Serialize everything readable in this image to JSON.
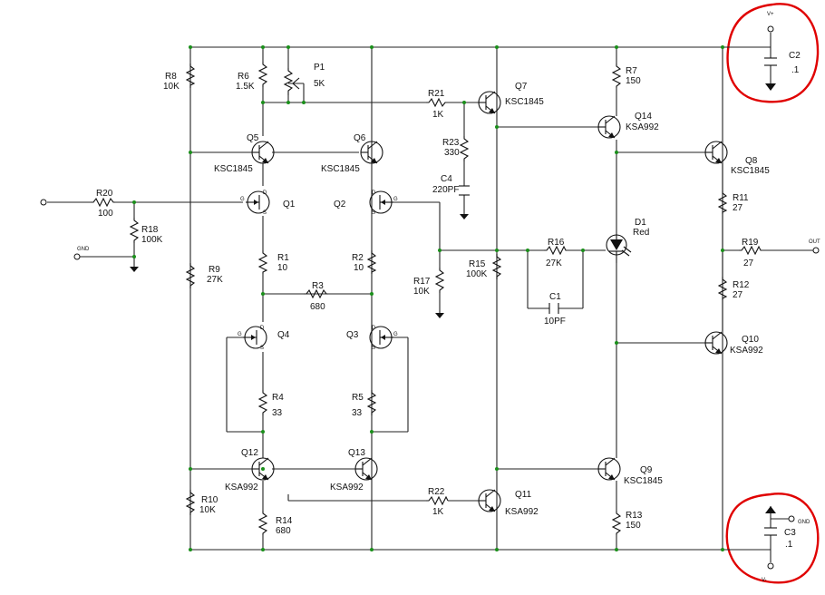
{
  "components": {
    "R1": [
      "R1",
      "10"
    ],
    "R2": [
      "R2",
      "10"
    ],
    "R3": [
      "R3",
      "680"
    ],
    "R4": [
      "R4",
      "33"
    ],
    "R5": [
      "R5",
      "33"
    ],
    "R6": [
      "R6",
      "1.5K"
    ],
    "R7": [
      "R7",
      "150"
    ],
    "R8": [
      "R8",
      "10K"
    ],
    "R9": [
      "R9",
      "27K"
    ],
    "R10": [
      "R10",
      "10K"
    ],
    "R11": [
      "R11",
      "27"
    ],
    "R12": [
      "R12",
      "27"
    ],
    "R13": [
      "R13",
      "150"
    ],
    "R14": [
      "R14",
      "680"
    ],
    "R15": [
      "R15",
      "100K"
    ],
    "R16": [
      "R16",
      "27K"
    ],
    "R17": [
      "R17",
      "10K"
    ],
    "R18": [
      "R18",
      "100K"
    ],
    "R19": [
      "R19",
      "27"
    ],
    "R20": [
      "R20",
      "100"
    ],
    "R21": [
      "R21",
      "1K"
    ],
    "R22": [
      "R22",
      "1K"
    ],
    "R23": [
      "R23",
      "330"
    ],
    "P1": [
      "P1",
      "5K"
    ],
    "C1": [
      "C1",
      "10PF"
    ],
    "C2": [
      "C2",
      ".1"
    ],
    "C3": [
      "C3",
      ".1"
    ],
    "C4": [
      "C4",
      "220PF"
    ],
    "D1": [
      "D1",
      "Red"
    ],
    "Q1": [
      "Q1",
      ""
    ],
    "Q2": [
      "Q2",
      ""
    ],
    "Q3": [
      "Q3",
      ""
    ],
    "Q4": [
      "Q4",
      ""
    ],
    "Q5": [
      "Q5",
      "KSC1845"
    ],
    "Q6": [
      "Q6",
      "KSC1845"
    ],
    "Q7": [
      "Q7",
      "KSC1845"
    ],
    "Q8": [
      "Q8",
      "KSC1845"
    ],
    "Q9": [
      "Q9",
      "KSC1845"
    ],
    "Q10": [
      "Q10",
      "KSA992"
    ],
    "Q11": [
      "Q11",
      "KSA992"
    ],
    "Q12": [
      "Q12",
      "KSA992"
    ],
    "Q13": [
      "Q13",
      "KSA992"
    ],
    "Q14": [
      "Q14",
      "KSA992"
    ]
  },
  "nets": {
    "gnd": "GND",
    "out": "OUT",
    "vplus": "V+",
    "vminus": "V-"
  },
  "fet_pins": {
    "g": "G",
    "d": "D",
    "s": "S"
  },
  "colors": {
    "wire": "#222222",
    "junction": "#1a8f1a",
    "highlight": "#e00000"
  }
}
